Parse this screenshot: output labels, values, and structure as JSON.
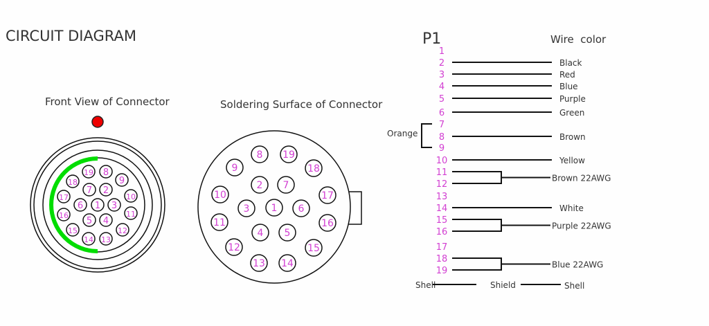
{
  "title": "CIRCUIT DIAGRAM",
  "front_view": {
    "title": "Front View of Connector",
    "pins": [
      "1",
      "2",
      "3",
      "4",
      "5",
      "6",
      "7",
      "8",
      "9",
      "10",
      "11",
      "12",
      "13",
      "14",
      "15",
      "16",
      "17",
      "18",
      "19"
    ],
    "key_color": "#00dd00",
    "marker_color": "#ee0000"
  },
  "solder_view": {
    "title": "Soldering Surface of Connector",
    "pins": [
      "1",
      "2",
      "3",
      "4",
      "5",
      "6",
      "7",
      "8",
      "9",
      "10",
      "11",
      "12",
      "13",
      "14",
      "15",
      "16",
      "17",
      "18",
      "19"
    ]
  },
  "wiring": {
    "connector": "P1",
    "header": "Wire  color",
    "pins": [
      "1",
      "2",
      "3",
      "4",
      "5",
      "6",
      "7",
      "8",
      "9",
      "10",
      "11",
      "12",
      "13",
      "14",
      "15",
      "16",
      "17",
      "18",
      "19"
    ],
    "orange_label": "Orange",
    "colors": {
      "2": "Black",
      "3": "Red",
      "4": "Blue",
      "5": "Purple",
      "6": "Green",
      "8": "Brown",
      "10": "Yellow",
      "11-12": "Brown 22AWG",
      "14": "White",
      "15-16": "Purple 22AWG",
      "18-19": "Blue 22AWG"
    },
    "shield": {
      "left": "Shell",
      "middle": "Shield",
      "right": "Shell"
    }
  },
  "pin_color": "#d23fd2"
}
